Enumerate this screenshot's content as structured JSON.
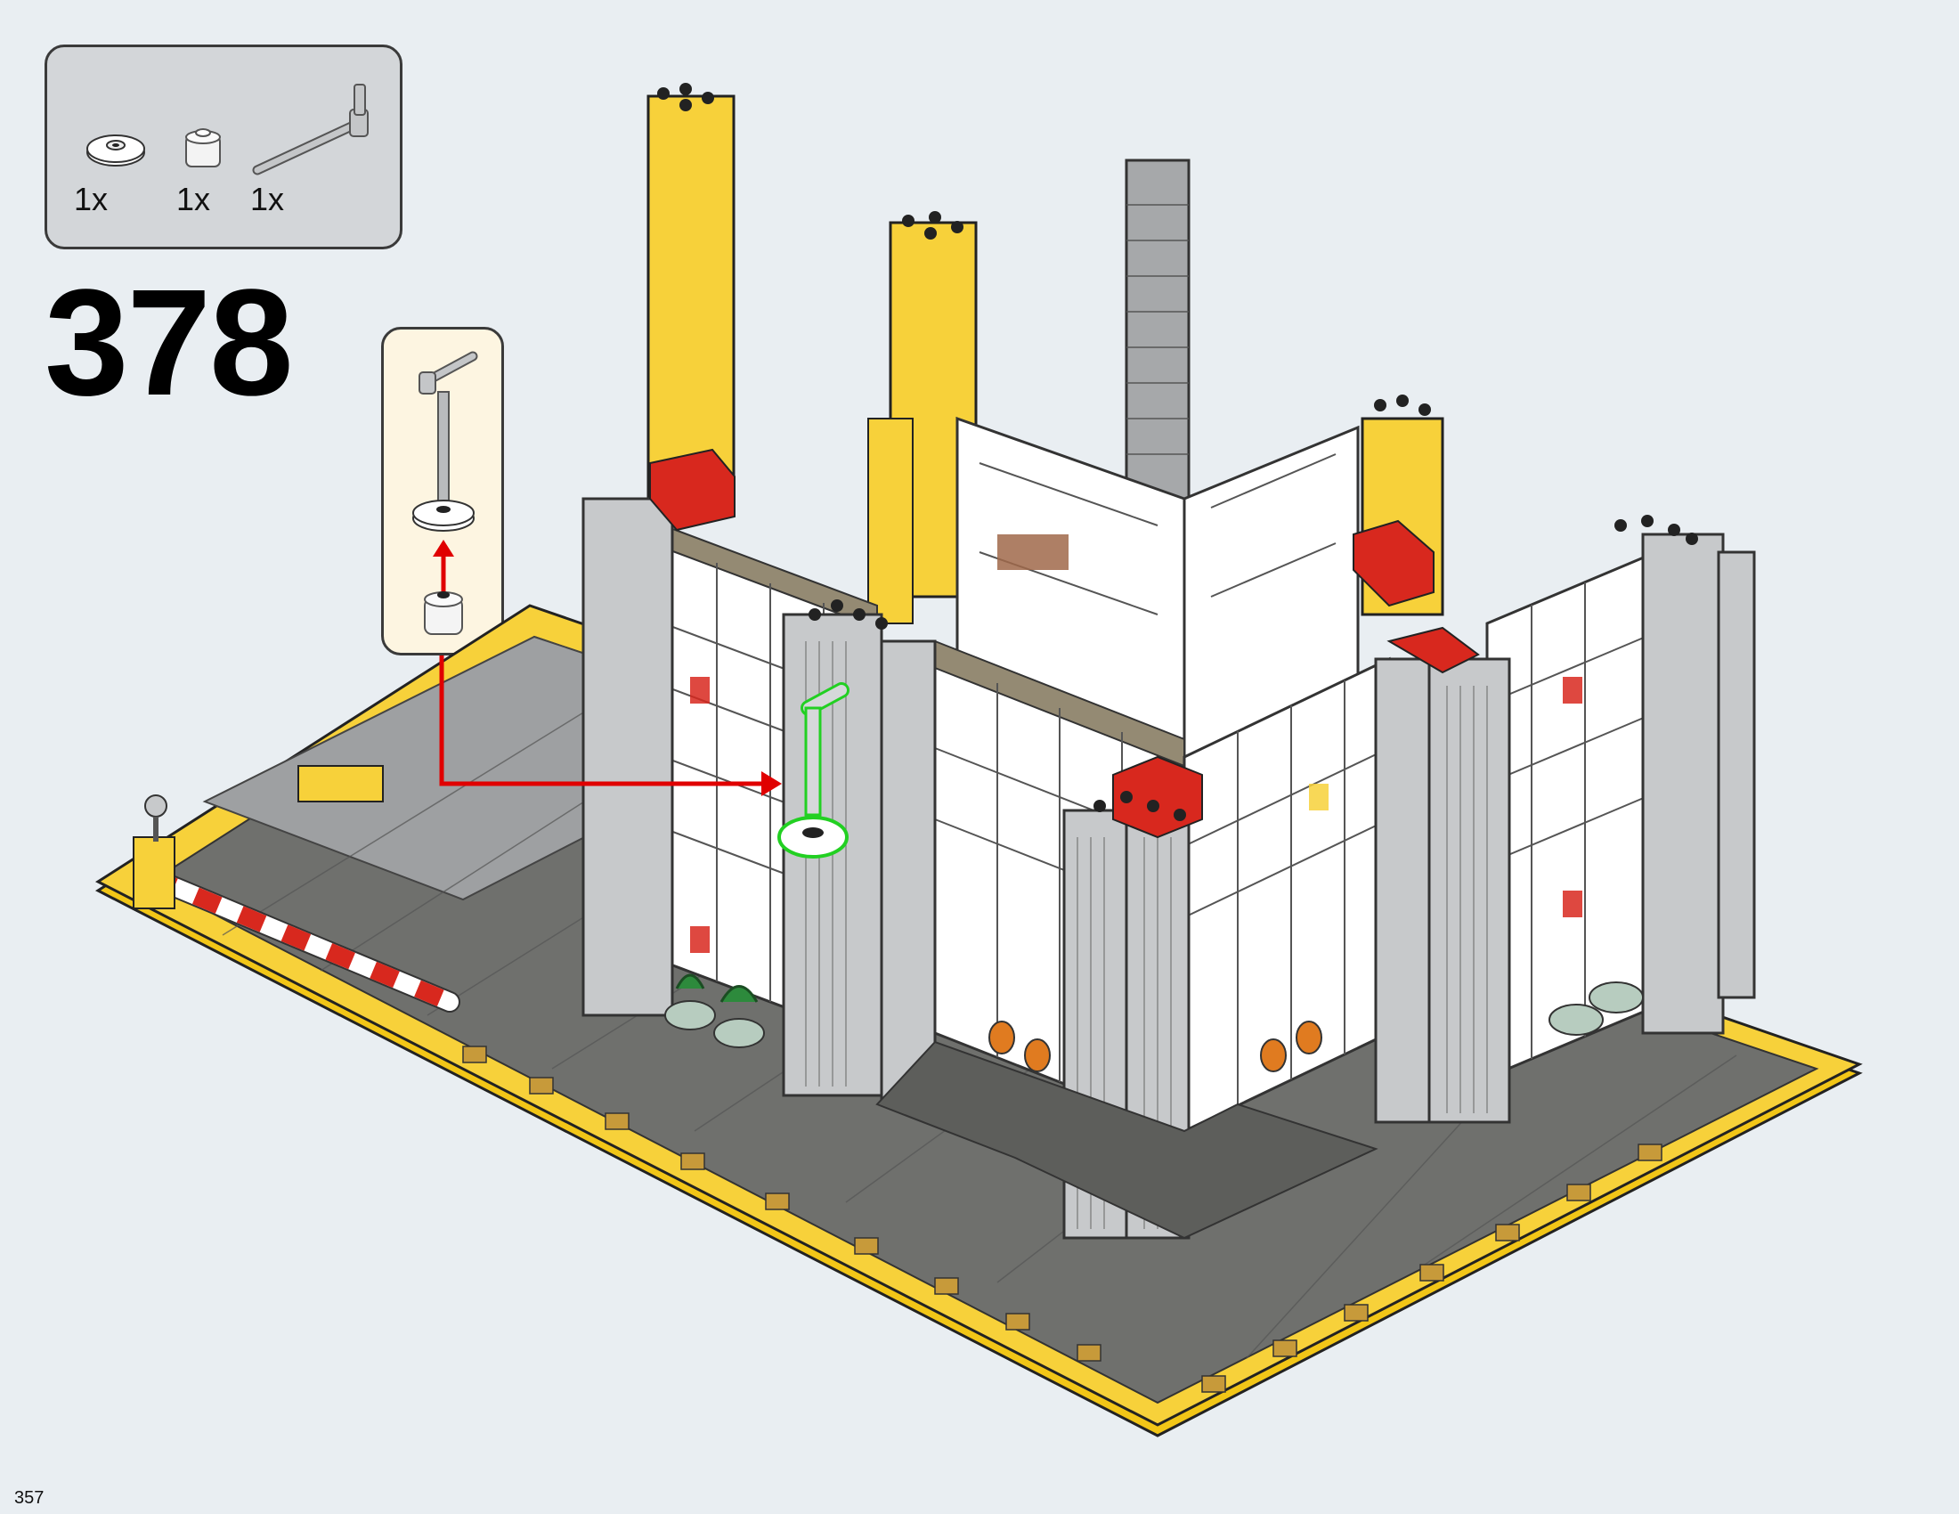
{
  "step": {
    "number": "378"
  },
  "parts_list": [
    {
      "name": "round-plate-white",
      "qty": "1x"
    },
    {
      "name": "round-brick-trans-clear",
      "qty": "1x"
    },
    {
      "name": "lamp-post-bar",
      "qty": "1x"
    }
  ],
  "page": {
    "number": "357"
  },
  "colors": {
    "background": "#e9eef2",
    "parts_box": "#d3d6d9",
    "callout": "#fdf5e1",
    "arrow": "#e00000",
    "highlight": "#22d022",
    "yellow": "#f7d13a",
    "light_gray": "#c7c9cb",
    "dark_gray": "#6d6e6c",
    "red": "#d8281e",
    "tan": "#948a73"
  }
}
